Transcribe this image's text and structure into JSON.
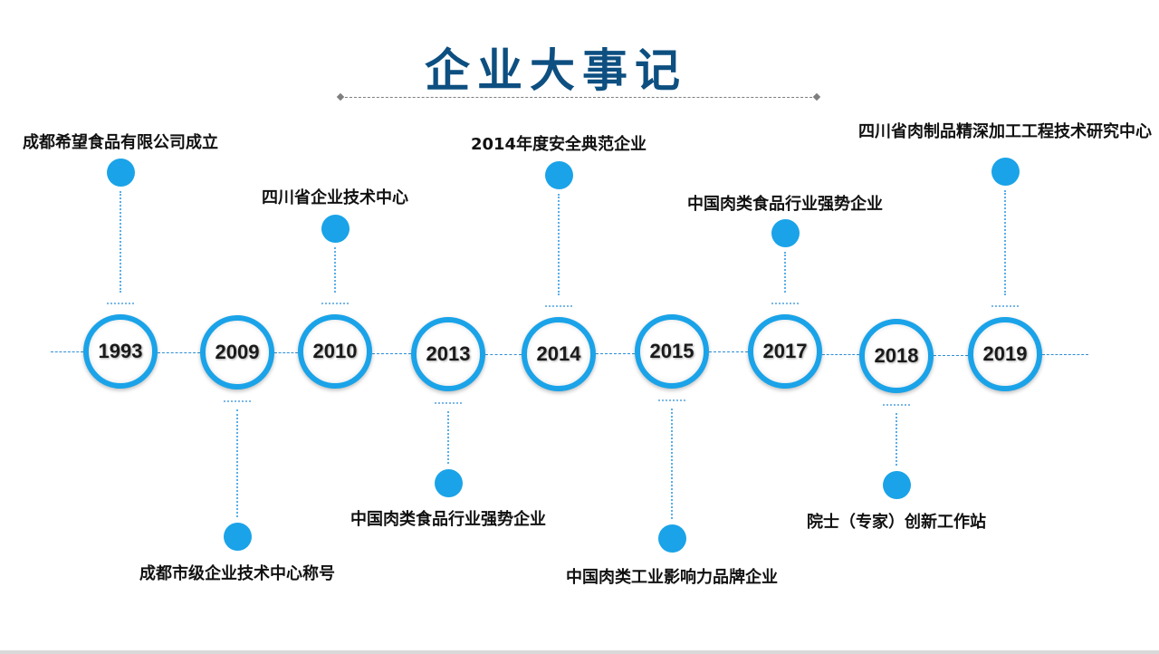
{
  "title": "企业大事记",
  "colors": {
    "title": "#0d4f80",
    "node_ring": "#1aa3e8",
    "event_dot": "#1aa3e8",
    "timeline": "#2e8fd6"
  },
  "milestones": [
    {
      "year": "1993",
      "event": "成都希望食品有限公司成立",
      "side": "above"
    },
    {
      "year": "2009",
      "event": "成都市级企业技术中心称号",
      "side": "below"
    },
    {
      "year": "2010",
      "event": "四川省企业技术中心",
      "side": "above"
    },
    {
      "year": "2013",
      "event": "中国肉类食品行业强势企业",
      "side": "below"
    },
    {
      "year": "2014",
      "event": "2014年度安全典范企业",
      "side": "above"
    },
    {
      "year": "2015",
      "event": "中国肉类工业影响力品牌企业",
      "side": "below"
    },
    {
      "year": "2017",
      "event": "中国肉类食品行业强势企业",
      "side": "above"
    },
    {
      "year": "2018",
      "event": "院士（专家）创新工作站",
      "side": "below"
    },
    {
      "year": "2019",
      "event": "四川省肉制品精深加工工程技术研究中心",
      "side": "above"
    }
  ]
}
